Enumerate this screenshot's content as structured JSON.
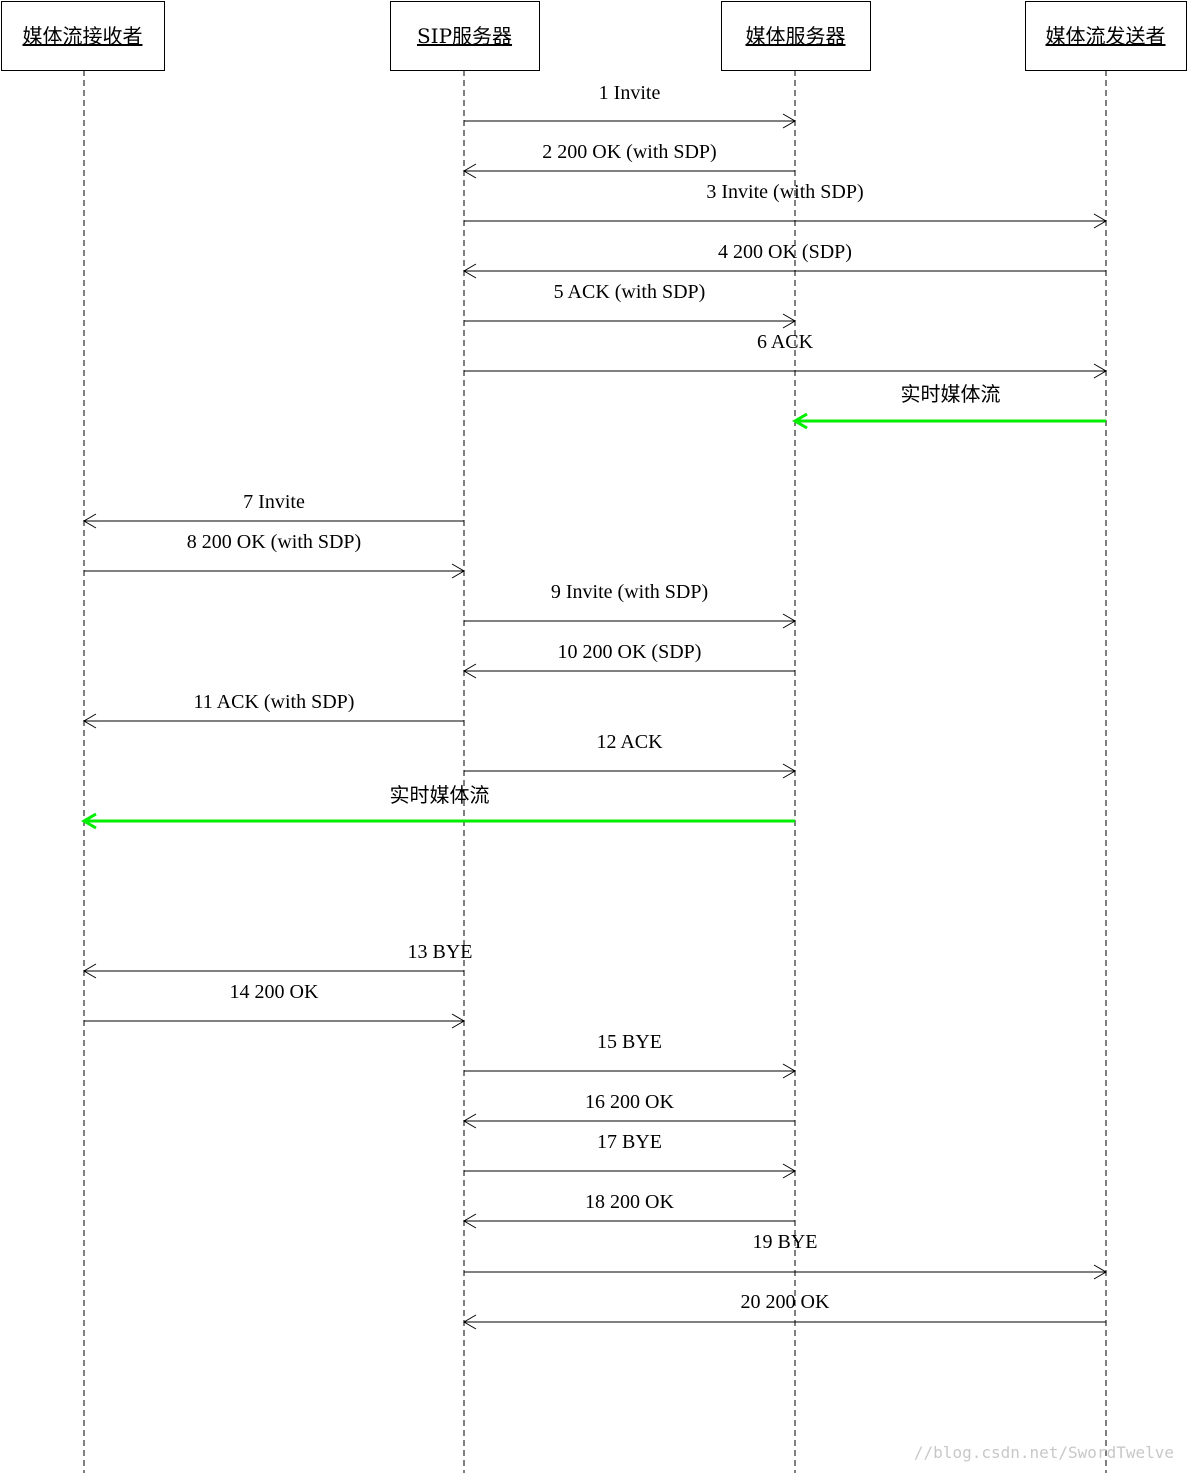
{
  "participants": [
    {
      "id": "receiver",
      "label": "媒体流接收者"
    },
    {
      "id": "sip",
      "label": "SIP服务器"
    },
    {
      "id": "media",
      "label": "媒体服务器"
    },
    {
      "id": "sender",
      "label": "媒体流发送者"
    }
  ],
  "messages": [
    {
      "label": "1 Invite",
      "from": "sip",
      "to": "media"
    },
    {
      "label": "2 200 OK (with SDP)",
      "from": "media",
      "to": "sip"
    },
    {
      "label": "3 Invite (with SDP)",
      "from": "sip",
      "to": "sender"
    },
    {
      "label": "4 200 OK (SDP)",
      "from": "sender",
      "to": "sip"
    },
    {
      "label": "5 ACK (with SDP)",
      "from": "sip",
      "to": "media"
    },
    {
      "label": "6 ACK",
      "from": "sip",
      "to": "sender"
    },
    {
      "label": "实时媒体流",
      "from": "sender",
      "to": "media",
      "kind": "stream"
    },
    {
      "label": "7 Invite",
      "from": "sip",
      "to": "receiver"
    },
    {
      "label": "8 200 OK (with SDP)",
      "from": "receiver",
      "to": "sip"
    },
    {
      "label": "9 Invite (with SDP)",
      "from": "sip",
      "to": "media"
    },
    {
      "label": "10 200 OK (SDP)",
      "from": "media",
      "to": "sip"
    },
    {
      "label": "11 ACK (with SDP)",
      "from": "sip",
      "to": "receiver"
    },
    {
      "label": "12 ACK",
      "from": "sip",
      "to": "media"
    },
    {
      "label": "实时媒体流",
      "from": "media",
      "to": "receiver",
      "kind": "stream"
    },
    {
      "label": "13 BYE",
      "from": "sip",
      "to": "receiver"
    },
    {
      "label": "14 200 OK",
      "from": "receiver",
      "to": "sip"
    },
    {
      "label": "15 BYE",
      "from": "sip",
      "to": "media"
    },
    {
      "label": "16 200 OK",
      "from": "media",
      "to": "sip"
    },
    {
      "label": "17 BYE",
      "from": "sip",
      "to": "media"
    },
    {
      "label": "18 200 OK",
      "from": "media",
      "to": "sip"
    },
    {
      "label": "19 BYE",
      "from": "sip",
      "to": "sender"
    },
    {
      "label": "20 200 OK",
      "from": "sender",
      "to": "sip"
    }
  ],
  "watermark": "//blog.csdn.net/SwordTwelve",
  "colors": {
    "line": "#000000",
    "stream": "#00ee00",
    "watermark": "#c8c8c8"
  }
}
